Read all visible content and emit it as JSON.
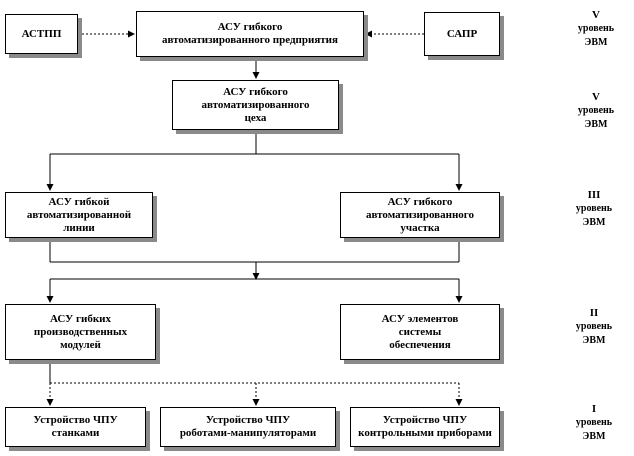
{
  "boxes": {
    "astpp": {
      "lines": [
        "АСТПП"
      ]
    },
    "asu_enterprise": {
      "lines": [
        "АСУ гибкого",
        "автоматизированного предприятия"
      ]
    },
    "sapr": {
      "lines": [
        "САПР"
      ]
    },
    "asu_workshop": {
      "lines": [
        "АСУ гибкого",
        "автоматизированного",
        "цеха"
      ]
    },
    "asu_line": {
      "lines": [
        "АСУ гибкой",
        "автоматизированной",
        "линии"
      ]
    },
    "asu_section": {
      "lines": [
        "АСУ гибкого",
        "автоматизированного",
        "участка"
      ]
    },
    "asu_modules": {
      "lines": [
        "АСУ гибких",
        "производственных",
        "модулей"
      ]
    },
    "asu_support": {
      "lines": [
        "АСУ элементов",
        "системы",
        "обеспечения"
      ]
    },
    "cnc_machines": {
      "lines": [
        "Устройство ЧПУ",
        "станками"
      ]
    },
    "cnc_robots": {
      "lines": [
        "Устройство ЧПУ",
        "роботами-манипуляторами"
      ]
    },
    "cnc_instruments": {
      "lines": [
        "Устройство ЧПУ",
        "контрольными приборами"
      ]
    }
  },
  "levels": [
    {
      "num": "V",
      "lines": [
        "уровень",
        "ЭВМ"
      ]
    },
    {
      "num": "V",
      "lines": [
        "уровень",
        "ЭВМ"
      ]
    },
    {
      "num": "III",
      "lines": [
        "уровень",
        "ЭВМ"
      ]
    },
    {
      "num": "II",
      "lines": [
        "уровень",
        "ЭВМ"
      ]
    },
    {
      "num": "I",
      "lines": [
        "уровень",
        "ЭВМ"
      ]
    }
  ]
}
